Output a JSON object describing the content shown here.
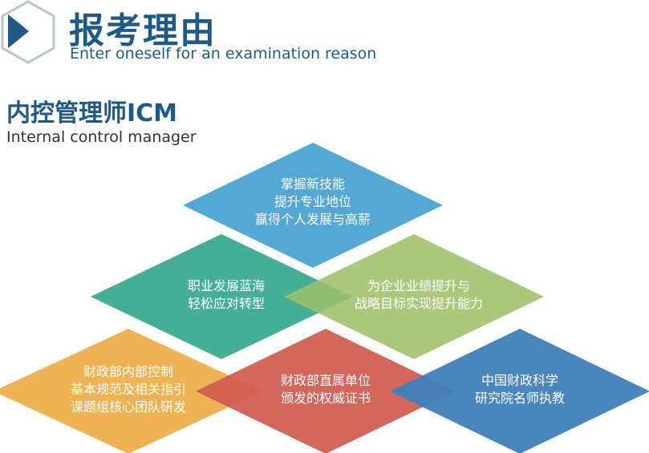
{
  "header": {
    "title": "报考理由",
    "subtitle": "Enter oneself for an examination reason"
  },
  "section": {
    "title": "内控管理师ICM",
    "subtitle": "Internal control manager"
  },
  "diamonds": [
    {
      "lines": [
        "掌握新技能",
        "提升专业地位",
        "赢得个人发展与高薪"
      ],
      "color": "#4aa3d2"
    },
    {
      "lines": [
        "职业发展蓝海",
        "轻松应对转型"
      ],
      "color": "#35a88c"
    },
    {
      "lines": [
        "为企业业绩提升与",
        "战略目标实现提升能力"
      ],
      "color": "#9fc06a"
    },
    {
      "lines": [
        "财政部内部控制",
        "基本规范及相关指引",
        "课题组核心团队研发"
      ],
      "color": "#efad45"
    },
    {
      "lines": [
        "财政部直属单位",
        "颁发的权威证书"
      ],
      "color": "#cf5a4e"
    },
    {
      "lines": [
        "中国财政科学",
        "研究院名师执教"
      ],
      "color": "#3f7fb9"
    }
  ],
  "colors": {
    "brand_blue": "#1f5a86",
    "badge_frame": "#b9c6d1"
  }
}
